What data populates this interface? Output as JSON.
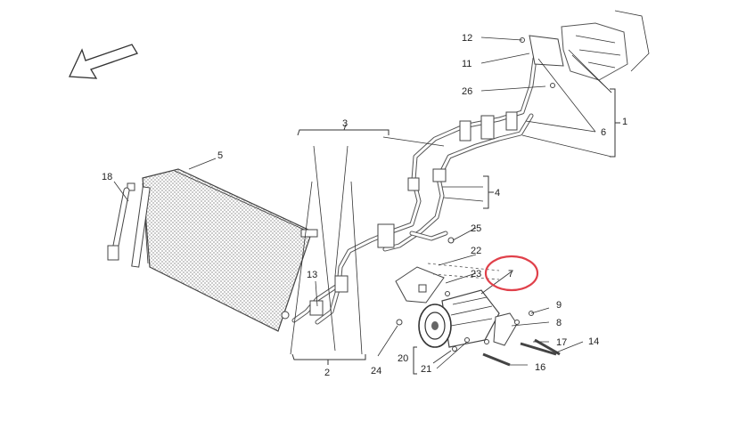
{
  "diagram": {
    "callouts": [
      "1",
      "2",
      "3",
      "4",
      "5",
      "6",
      "7",
      "8",
      "9",
      "11",
      "12",
      "13",
      "14",
      "16",
      "17",
      "18",
      "20",
      "21",
      "22",
      "23",
      "24",
      "25",
      "26"
    ],
    "highlight": {
      "label": "7",
      "color": "#e0404a"
    },
    "arrow_icon": "direction-arrow-icon"
  }
}
